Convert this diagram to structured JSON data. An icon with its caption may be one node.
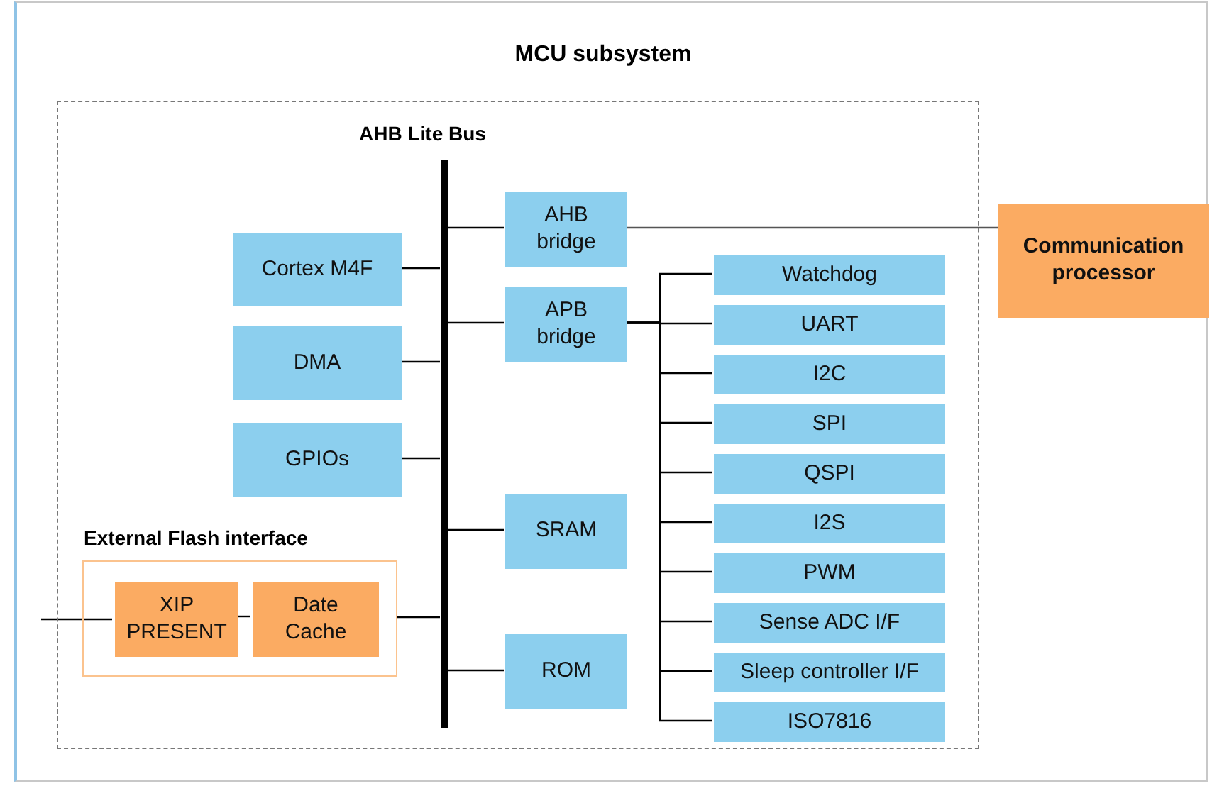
{
  "diagram": {
    "title": "MCU subsystem",
    "nodes": [
      {
        "text": [],
        "shape": "box"
      },
      {
        "text": [
          "AHB Lite Bus"
        ],
        "in": 0
      },
      {
        "text": [
          "Cortex M4F"
        ],
        "in": 0
      },
      {
        "text": [
          "DMA"
        ],
        "in": 0
      },
      {
        "text": [
          "GPIOs"
        ],
        "in": 0
      },
      {
        "text": [
          "External Flash interface"
        ],
        "in": 0
      },
      {
        "text": [
          "XIP PRESENT"
        ],
        "in": 5
      },
      {
        "text": [
          "Date Cache"
        ],
        "in": 5
      },
      {
        "text": [
          "AHB bridge"
        ],
        "in": 0
      },
      {
        "text": [
          "APB bridge"
        ],
        "in": 0
      },
      {
        "text": [
          "SRAM"
        ],
        "in": 0
      },
      {
        "text": [
          "ROM"
        ],
        "in": 0
      },
      {
        "text": [
          "Communication processor"
        ]
      },
      {
        "text": [
          "Watchdog"
        ],
        "in": 0
      },
      {
        "text": [
          "UART"
        ],
        "in": 0
      },
      {
        "text": [
          "I2C"
        ],
        "in": 0
      },
      {
        "text": [
          "SPI"
        ],
        "in": 0
      },
      {
        "text": [
          "QSPI"
        ],
        "in": 0
      },
      {
        "text": [
          "I2S"
        ],
        "in": 0
      },
      {
        "text": [
          "PWM"
        ],
        "in": 0
      },
      {
        "text": [
          "Sense ADC I/F"
        ],
        "in": 0
      },
      {
        "text": [
          "Sleep controller I/F"
        ],
        "in": 0
      },
      {
        "text": [
          "ISO7816"
        ],
        "in": 0
      }
    ],
    "edges": [
      {
        "from": 2,
        "to": 1,
        "arrow": "none"
      },
      {
        "from": 3,
        "to": 1,
        "arrow": "none"
      },
      {
        "from": 4,
        "to": 1,
        "arrow": "none"
      },
      {
        "from": 5,
        "to": 1,
        "arrow": "none"
      },
      {
        "from": 1,
        "to": 8,
        "arrow": "none"
      },
      {
        "from": 1,
        "to": 9,
        "arrow": "none"
      },
      {
        "from": 1,
        "to": 10,
        "arrow": "none"
      },
      {
        "from": 1,
        "to": 11,
        "arrow": "none"
      },
      {
        "from": 8,
        "to": 12,
        "arrow": "none"
      },
      {
        "from": null,
        "to": 6,
        "arrow": "none"
      },
      {
        "from": 6,
        "to": 7,
        "arrow": "none"
      },
      {
        "from": 9,
        "to": 13,
        "arrow": "none"
      },
      {
        "from": 9,
        "to": 14,
        "arrow": "none"
      },
      {
        "from": 9,
        "to": 15,
        "arrow": "none"
      },
      {
        "from": 9,
        "to": 16,
        "arrow": "none"
      },
      {
        "from": 9,
        "to": 17,
        "arrow": "none"
      },
      {
        "from": 9,
        "to": 18,
        "arrow": "none"
      },
      {
        "from": 9,
        "to": 19,
        "arrow": "none"
      },
      {
        "from": 9,
        "to": 20,
        "arrow": "none"
      },
      {
        "from": 9,
        "to": 21,
        "arrow": "none"
      },
      {
        "from": 9,
        "to": 22,
        "arrow": "none"
      }
    ]
  }
}
